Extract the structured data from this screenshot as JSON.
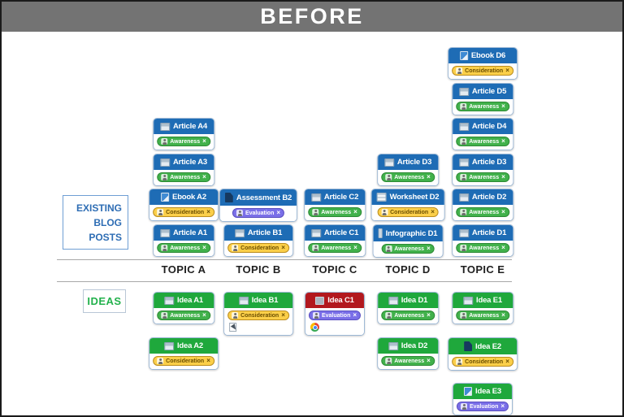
{
  "banner": {
    "title": "BEFORE"
  },
  "row_labels": {
    "existing_lines": [
      "EXISTING",
      "BLOG",
      "POSTS"
    ],
    "ideas": "IDEAS"
  },
  "columns": [
    {
      "id": "A",
      "label": "TOPIC A"
    },
    {
      "id": "B",
      "label": "TOPIC B"
    },
    {
      "id": "C",
      "label": "TOPIC C"
    },
    {
      "id": "D",
      "label": "TOPIC D"
    },
    {
      "id": "E",
      "label": "TOPIC E"
    }
  ],
  "colors": {
    "banner": "#737373",
    "blue_card": "#1e6cb5",
    "green_card": "#1fa83c",
    "red_card": "#b2181e",
    "existing_text": "#2e6db4",
    "ideas_text": "#22b14c"
  },
  "tags": {
    "Awareness": {
      "bg": "#41b14b",
      "border": "#2d8a35",
      "text": "#ffffff"
    },
    "Consideration": {
      "bg": "#fbcf49",
      "border": "#bb8d1f",
      "text": "#6b4e00"
    },
    "Evaluation": {
      "bg": "#7a6fe8",
      "border": "#5a4fc0",
      "text": "#ffffff"
    }
  },
  "glyphs": {
    "close": "×"
  },
  "cards": {
    "existing": [
      {
        "col": "A",
        "slot": 3,
        "icon": "article-icon",
        "title": "Article A4",
        "tag": "Awareness"
      },
      {
        "col": "A",
        "slot": 2,
        "icon": "article-icon",
        "title": "Article A3",
        "tag": "Awareness"
      },
      {
        "col": "A",
        "slot": 1,
        "icon": "ebook-icon",
        "title": "Ebook A2",
        "tag": "Consideration"
      },
      {
        "col": "A",
        "slot": 0,
        "icon": "article-icon",
        "title": "Article A1",
        "tag": "Awareness"
      },
      {
        "col": "B",
        "slot": 1,
        "icon": "page-icon",
        "title": "Assessment B2",
        "tag": "Evaluation"
      },
      {
        "col": "B",
        "slot": 0,
        "icon": "article-icon",
        "title": "Article B1",
        "tag": "Consideration"
      },
      {
        "col": "C",
        "slot": 1,
        "icon": "article-icon",
        "title": "Article C2",
        "tag": "Awareness"
      },
      {
        "col": "C",
        "slot": 0,
        "icon": "article-icon",
        "title": "Article C1",
        "tag": "Awareness"
      },
      {
        "col": "D",
        "slot": 2,
        "icon": "article-icon",
        "title": "Article D3",
        "tag": "Awareness"
      },
      {
        "col": "D",
        "slot": 1,
        "icon": "worksheet-icon",
        "title": "Worksheet D2",
        "tag": "Consideration"
      },
      {
        "col": "D",
        "slot": 0,
        "icon": "infographic-icon",
        "title": "Infographic D1",
        "tag": "Awareness"
      },
      {
        "col": "E",
        "slot": 5,
        "icon": "ebook-icon",
        "title": "Ebook D6",
        "tag": "Consideration"
      },
      {
        "col": "E",
        "slot": 4,
        "icon": "article-icon",
        "title": "Article D5",
        "tag": "Awareness"
      },
      {
        "col": "E",
        "slot": 3,
        "icon": "article-icon",
        "title": "Article D4",
        "tag": "Awareness"
      },
      {
        "col": "E",
        "slot": 2,
        "icon": "article-icon",
        "title": "Article D3",
        "tag": "Awareness"
      },
      {
        "col": "E",
        "slot": 1,
        "icon": "article-icon",
        "title": "Article D2",
        "tag": "Awareness"
      },
      {
        "col": "E",
        "slot": 0,
        "icon": "article-icon",
        "title": "Article D1",
        "tag": "Awareness"
      }
    ],
    "ideas": [
      {
        "col": "A",
        "slot": 0,
        "icon": "article-icon",
        "title": "Idea A1",
        "tag": "Awareness"
      },
      {
        "col": "A",
        "slot": 1,
        "icon": "article-icon",
        "title": "Idea A2",
        "tag": "Consideration"
      },
      {
        "col": "B",
        "slot": 0,
        "icon": "article-icon",
        "title": "Idea B1",
        "tag": "Consideration",
        "extra": "cursor-icon"
      },
      {
        "col": "C",
        "slot": 0,
        "icon": "image-icon",
        "title": "Idea C1",
        "tag": "Evaluation",
        "header": "red",
        "extra": "chrome-icon"
      },
      {
        "col": "D",
        "slot": 0,
        "icon": "article-icon",
        "title": "Idea D1",
        "tag": "Awareness"
      },
      {
        "col": "D",
        "slot": 1,
        "icon": "article-icon",
        "title": "Idea D2",
        "tag": "Awareness"
      },
      {
        "col": "E",
        "slot": 0,
        "icon": "article-icon",
        "title": "Idea E1",
        "tag": "Awareness"
      },
      {
        "col": "E",
        "slot": 1,
        "icon": "page-icon",
        "title": "Idea E2",
        "tag": "Consideration"
      },
      {
        "col": "E",
        "slot": 2,
        "icon": "ebook-icon",
        "title": "Idea E3",
        "tag": "Evaluation"
      }
    ]
  }
}
